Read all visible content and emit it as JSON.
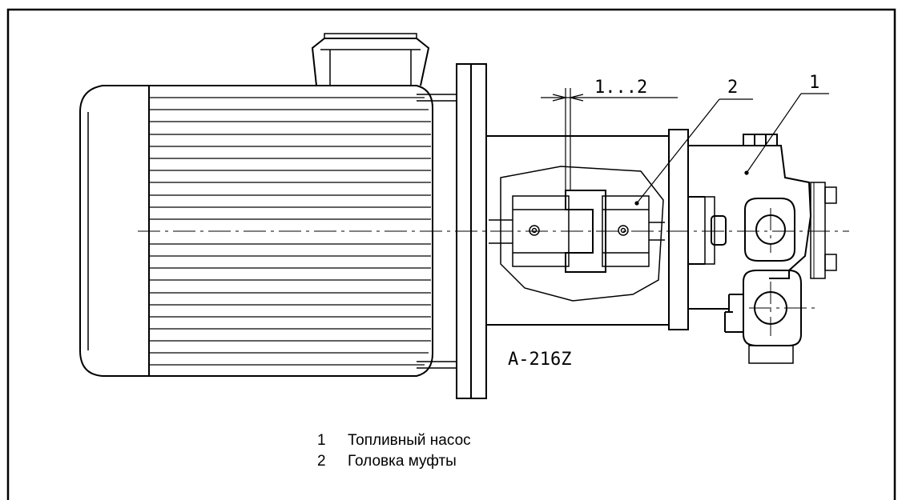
{
  "callouts": {
    "gap": "1...2",
    "coupling_head": "2",
    "fuel_pump": "1"
  },
  "drawing_code": "A-216Z",
  "legend": [
    {
      "num": "1",
      "text": "Топливный насос"
    },
    {
      "num": "2",
      "text": "Головка муфты"
    }
  ],
  "colors": {
    "line": "#000000",
    "background": "#ffffff"
  }
}
